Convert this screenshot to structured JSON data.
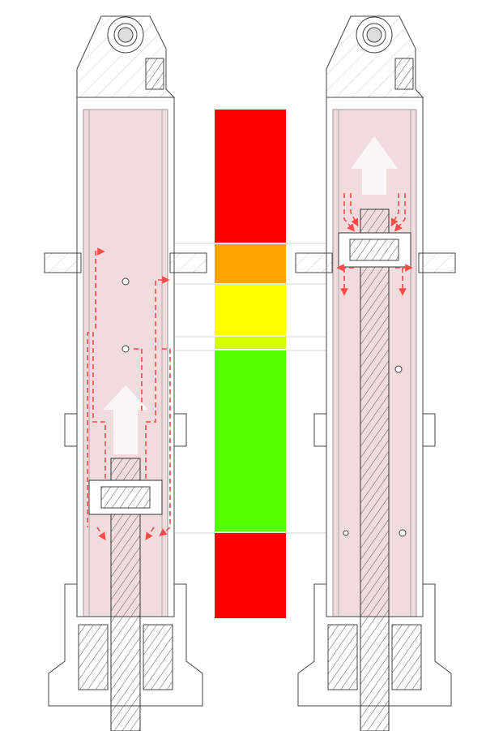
{
  "diagram": {
    "zones": [
      {
        "name": "top-red",
        "color": "#ff0000"
      },
      {
        "name": "orange",
        "color": "#ffa500"
      },
      {
        "name": "yellow",
        "color": "#ffff00"
      },
      {
        "name": "yellow-green",
        "color": "#d4ff00"
      },
      {
        "name": "green",
        "color": "#55ff00"
      },
      {
        "name": "bottom-red",
        "color": "#ff0000"
      }
    ],
    "chamber_color": "#f0dcdc",
    "flow_color": "#ff4a4a"
  }
}
